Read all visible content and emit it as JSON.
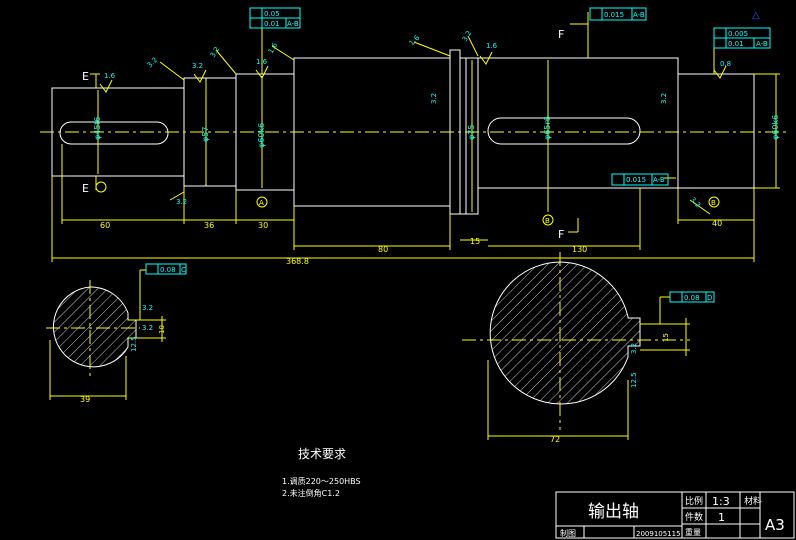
{
  "corner_mark": "△",
  "tech_title": "技术要求",
  "tech_notes": [
    "1.调质220～250HBS",
    "2.未注倒角C1.2"
  ],
  "datums": {
    "E": "E",
    "F": "F",
    "A": "A",
    "B": "B"
  },
  "dims": {
    "total": "368.8",
    "len_60": "60",
    "len_36": "36",
    "len_30": "30",
    "len_80": "80",
    "len_15": "15",
    "len_130": "130",
    "len_40": "40",
    "sec1_width": "39",
    "sec2_width": "72",
    "keyway_10": "10",
    "keyway_15": "15"
  },
  "roughness": {
    "r16": "1.6",
    "r32": "3.2",
    "r08": "0.8",
    "r125": "12.5"
  },
  "tolerances": {
    "t1a": "0.05",
    "t1b": "0.01",
    "t1ref": "A-B",
    "t2": "0.015",
    "t2ref": "A-B",
    "t3a": "0.005",
    "t3b": "0.01",
    "t3ref": "A-B",
    "t4": "0.015",
    "t4ref": "A-B",
    "sec1": "0.08",
    "sec1ref": "C",
    "sec2": "0.08",
    "sec2ref": "D"
  },
  "title_block": {
    "part_name": "输出轴",
    "scale_label": "比例",
    "scale_value": "1:3",
    "material_label": "材料",
    "count_label": "件数",
    "count_value": "1",
    "weight_label": "重量",
    "drawn_label": "制图",
    "student_id": "2009105115",
    "sheet_size": "A3"
  }
}
